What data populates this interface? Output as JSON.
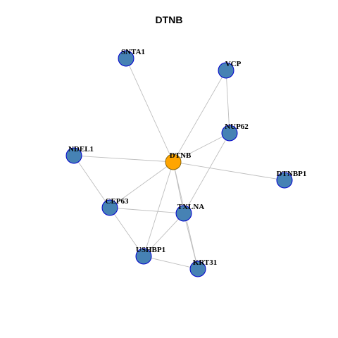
{
  "title": "DTNB",
  "colors": {
    "center_fill": "#FFA500",
    "node_fill": "#4682B4",
    "node_stroke": "#0000CD",
    "center_stroke": "#8B6508",
    "edge": "#BEBEBE"
  },
  "graph": {
    "center": "DTNB",
    "nodes": [
      "SNTA1",
      "VCP",
      "NUP62",
      "NDEL1",
      "DTNB",
      "DTNBP1",
      "CEP63",
      "TXLNA",
      "USHBP1",
      "KRT31"
    ],
    "edges": [
      [
        "DTNB",
        "SNTA1"
      ],
      [
        "DTNB",
        "VCP"
      ],
      [
        "VCP",
        "NUP62"
      ],
      [
        "DTNB",
        "NUP62"
      ],
      [
        "DTNB",
        "NDEL1"
      ],
      [
        "DTNB",
        "DTNBP1"
      ],
      [
        "DTNB",
        "CEP63"
      ],
      [
        "DTNB",
        "TXLNA"
      ],
      [
        "DTNB",
        "USHBP1"
      ],
      [
        "DTNB",
        "KRT31"
      ],
      [
        "NUP62",
        "TXLNA"
      ],
      [
        "NDEL1",
        "CEP63"
      ],
      [
        "CEP63",
        "TXLNA"
      ],
      [
        "CEP63",
        "USHBP1"
      ],
      [
        "TXLNA",
        "USHBP1"
      ],
      [
        "TXLNA",
        "KRT31"
      ],
      [
        "USHBP1",
        "KRT31"
      ]
    ]
  }
}
